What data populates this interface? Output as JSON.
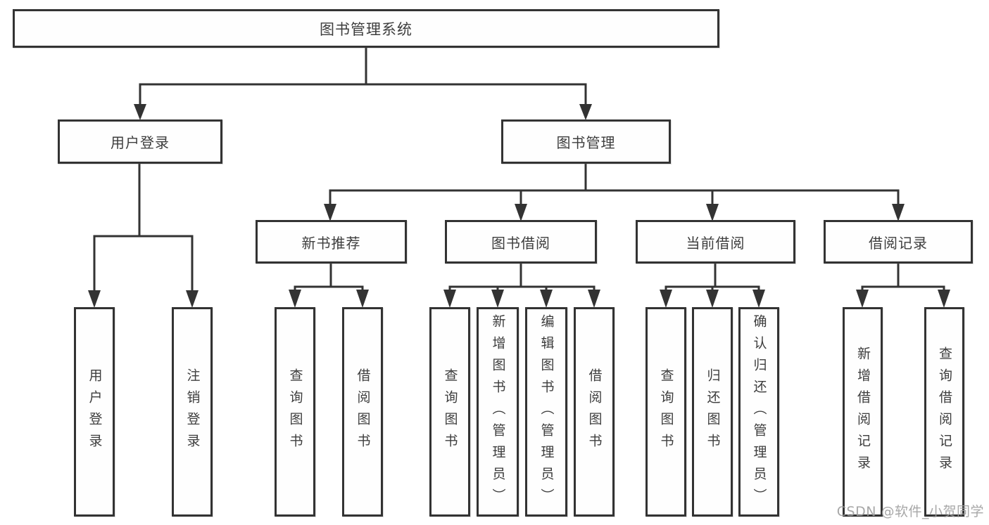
{
  "diagram": {
    "root": {
      "label": "图书管理系统",
      "children": [
        {
          "label": "用户登录",
          "children": [
            {
              "label": "用户登录"
            },
            {
              "label": "注销登录"
            }
          ]
        },
        {
          "label": "图书管理",
          "children": [
            {
              "label": "新书推荐",
              "children": [
                {
                  "label": "查询图书"
                },
                {
                  "label": "借阅图书"
                }
              ]
            },
            {
              "label": "图书借阅",
              "children": [
                {
                  "label": "查询图书"
                },
                {
                  "label": "新增图书（管理员）"
                },
                {
                  "label": "编辑图书（管理员）"
                },
                {
                  "label": "借阅图书"
                }
              ]
            },
            {
              "label": "当前借阅",
              "children": [
                {
                  "label": "查询图书"
                },
                {
                  "label": "归还图书"
                },
                {
                  "label": "确认归还（管理员）"
                }
              ]
            },
            {
              "label": "借阅记录",
              "children": [
                {
                  "label": "新增借阅记录"
                },
                {
                  "label": "查询借阅记录"
                }
              ]
            }
          ]
        }
      ]
    },
    "watermark": "CSDN @软件_小贺同学",
    "colors": {
      "line": "#333333",
      "text": "#3d3d3d",
      "background": "#ffffff",
      "watermark": "#9e9e9e"
    }
  }
}
